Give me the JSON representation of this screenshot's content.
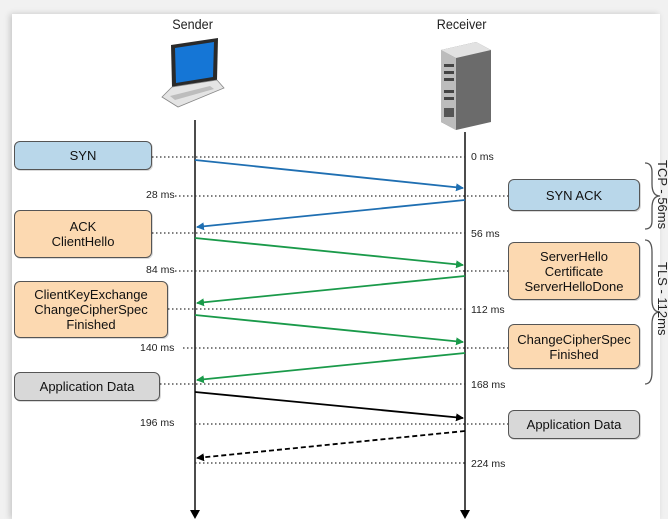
{
  "headers": {
    "sender": "Sender",
    "receiver": "Receiver"
  },
  "left_boxes": {
    "syn": [
      "SYN"
    ],
    "ack_clienthello": [
      "ACK",
      "ClientHello"
    ],
    "client_key": [
      "ClientKeyExchange",
      "ChangeCipherSpec",
      "Finished"
    ],
    "app_data": [
      "Application Data"
    ]
  },
  "right_boxes": {
    "synack": [
      "SYN ACK"
    ],
    "server_hello": [
      "ServerHello",
      "Certificate",
      "ServerHelloDone"
    ],
    "change_cipher": [
      "ChangeCipherSpec",
      "Finished"
    ],
    "app_data": [
      "Application Data"
    ]
  },
  "times_left": [
    "28 ms",
    "84 ms",
    "140 ms",
    "196 ms"
  ],
  "times_right": [
    "0 ms",
    "56 ms",
    "112 ms",
    "168 ms",
    "224 ms"
  ],
  "brackets": {
    "tcp": "TCP - 56ms",
    "tls": "TLS - 112ms"
  },
  "colors": {
    "tcp_arrow": "#1f6fb2",
    "tls_arrow": "#1a9a4a",
    "app_arrow": "#000000",
    "box_blue": "#b9d7ea",
    "box_orange": "#fcd9b1",
    "box_gray": "#d8d8d8"
  },
  "icons": {
    "sender": "laptop-icon",
    "receiver": "server-icon"
  }
}
